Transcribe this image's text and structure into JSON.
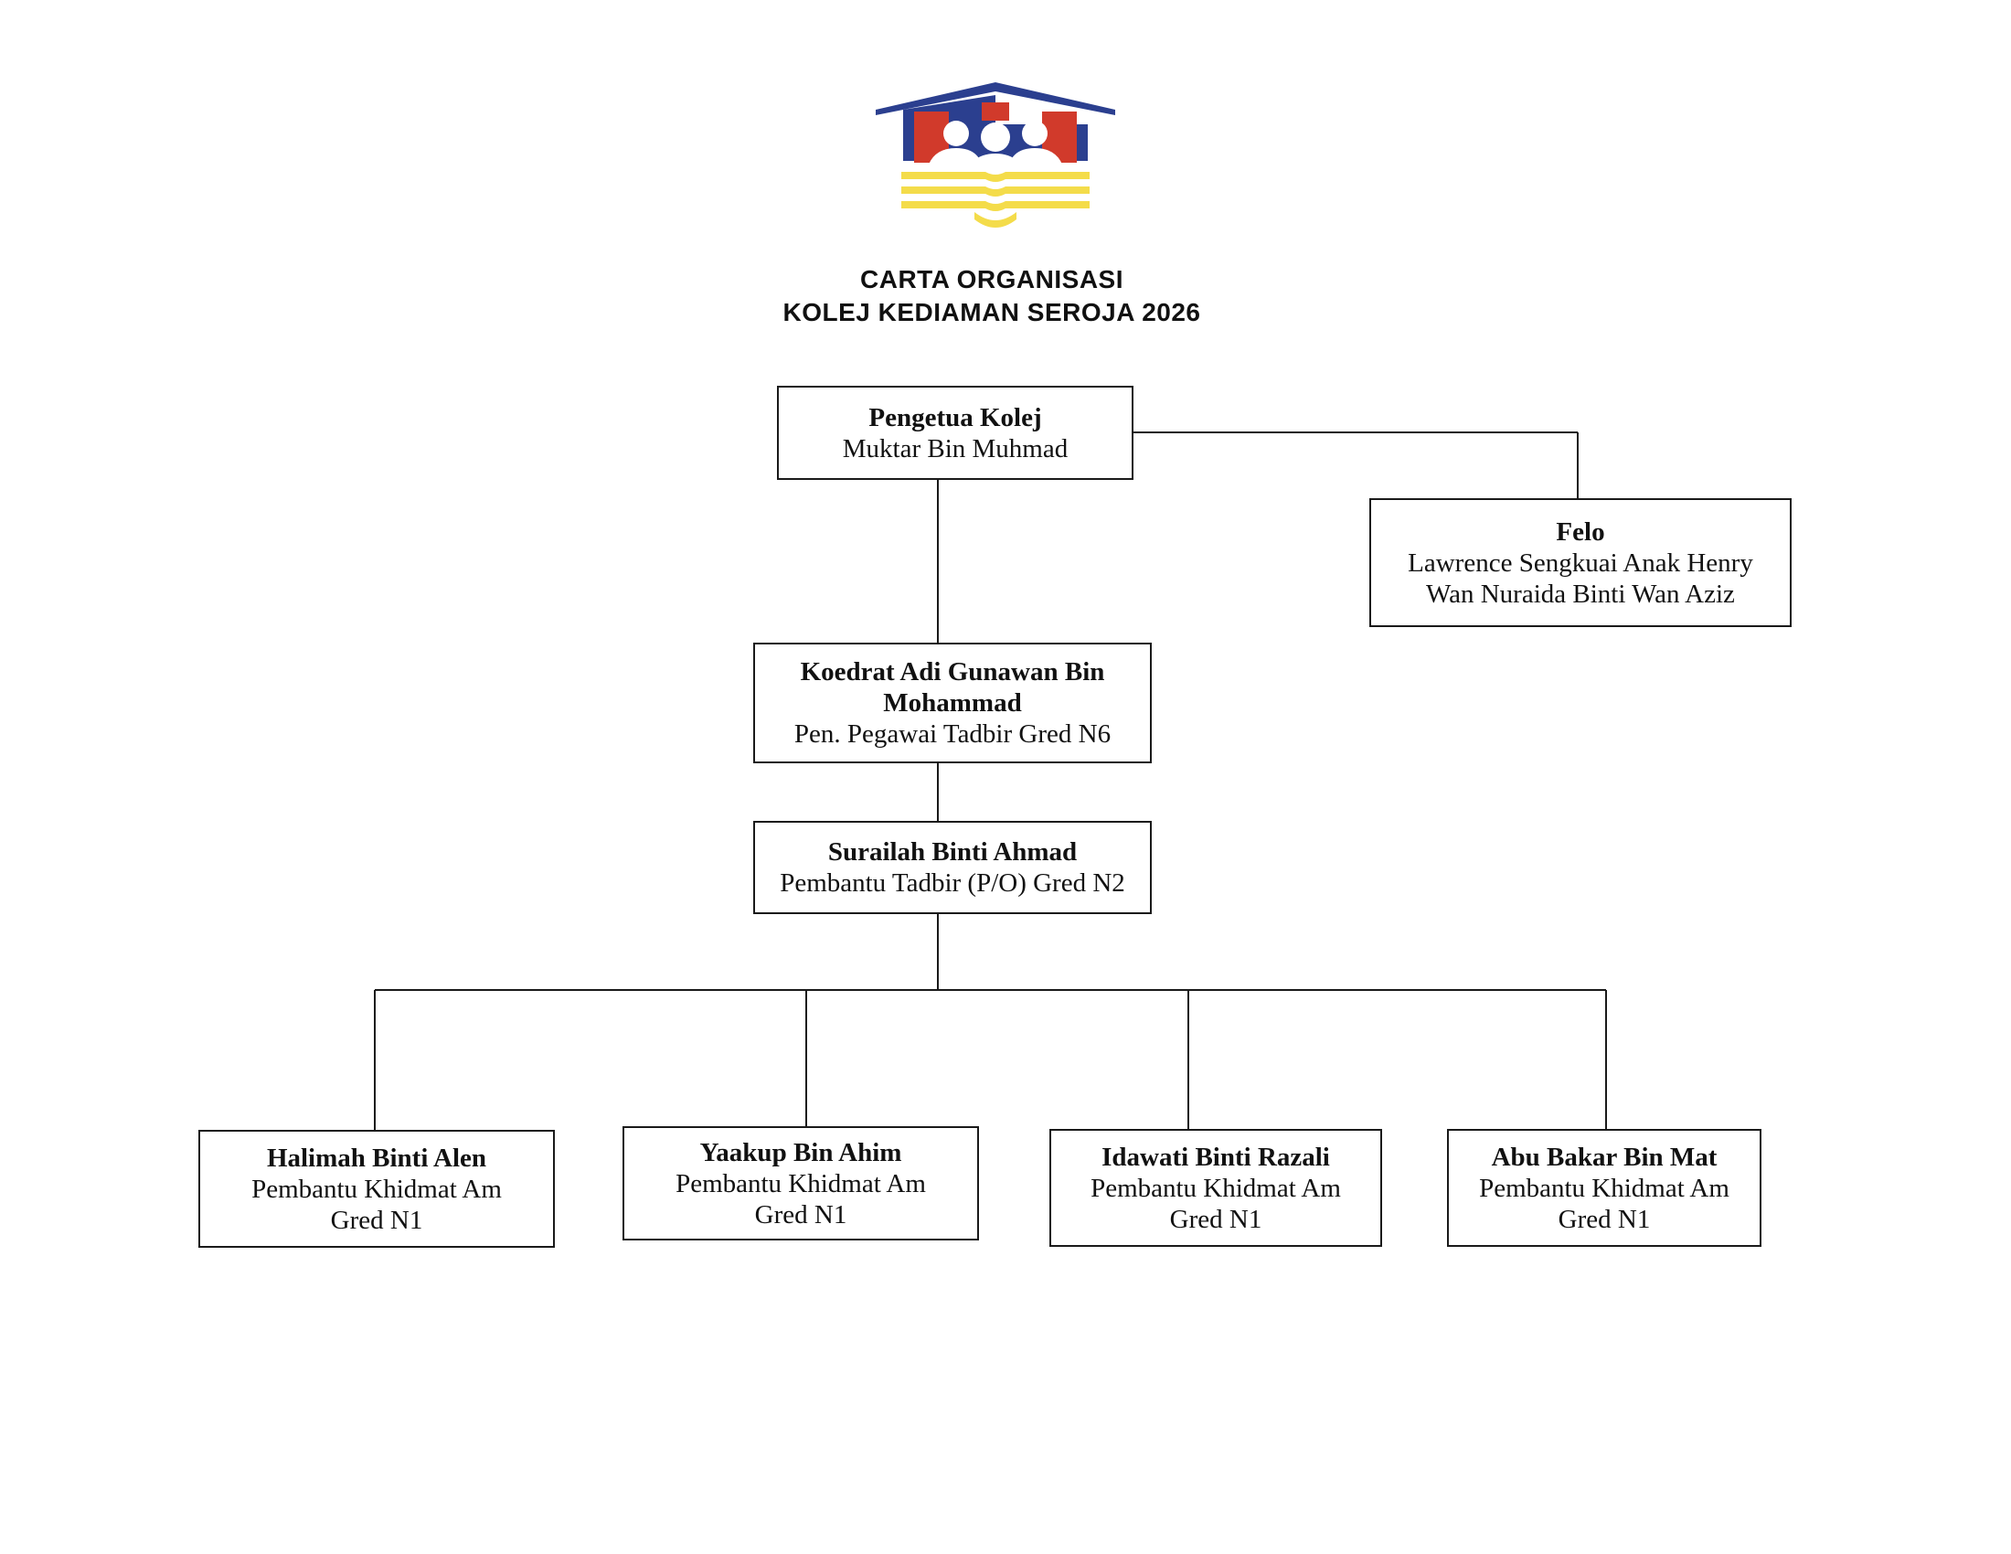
{
  "header": {
    "title_line1": "CARTA ORGANISASI",
    "title_line2": "KOLEJ KEDIAMAN SEROJA 2026"
  },
  "logo": {
    "icon": "residential-college-logo",
    "colors": {
      "navy": "#2b3f8f",
      "red": "#d13a2b",
      "yellow": "#f4dc4a"
    }
  },
  "chart": {
    "principal": {
      "title": "Pengetua Kolej",
      "name": "Muktar Bin Muhmad"
    },
    "fellows": {
      "title": "Felo",
      "members": [
        "Lawrence Sengkuai Anak Henry",
        "Wan Nuraida Binti Wan Aziz"
      ]
    },
    "admin_officer": {
      "name": "Koedrat Adi Gunawan Bin Mohammad",
      "role": "Pen. Pegawai Tadbir Gred N6"
    },
    "admin_assistant": {
      "name": "Surailah Binti Ahmad",
      "role": "Pembantu Tadbir (P/O) Gred N2"
    },
    "staff": [
      {
        "name": "Halimah Binti Alen",
        "role": "Pembantu Khidmat Am",
        "grade": "Gred N1"
      },
      {
        "name": "Yaakup Bin Ahim",
        "role": "Pembantu Khidmat Am",
        "grade": "Gred N1"
      },
      {
        "name": "Idawati Binti Razali",
        "role": "Pembantu Khidmat Am",
        "grade": "Gred N1"
      },
      {
        "name": "Abu Bakar Bin Mat",
        "role": "Pembantu Khidmat Am",
        "grade": "Gred N1"
      }
    ]
  }
}
